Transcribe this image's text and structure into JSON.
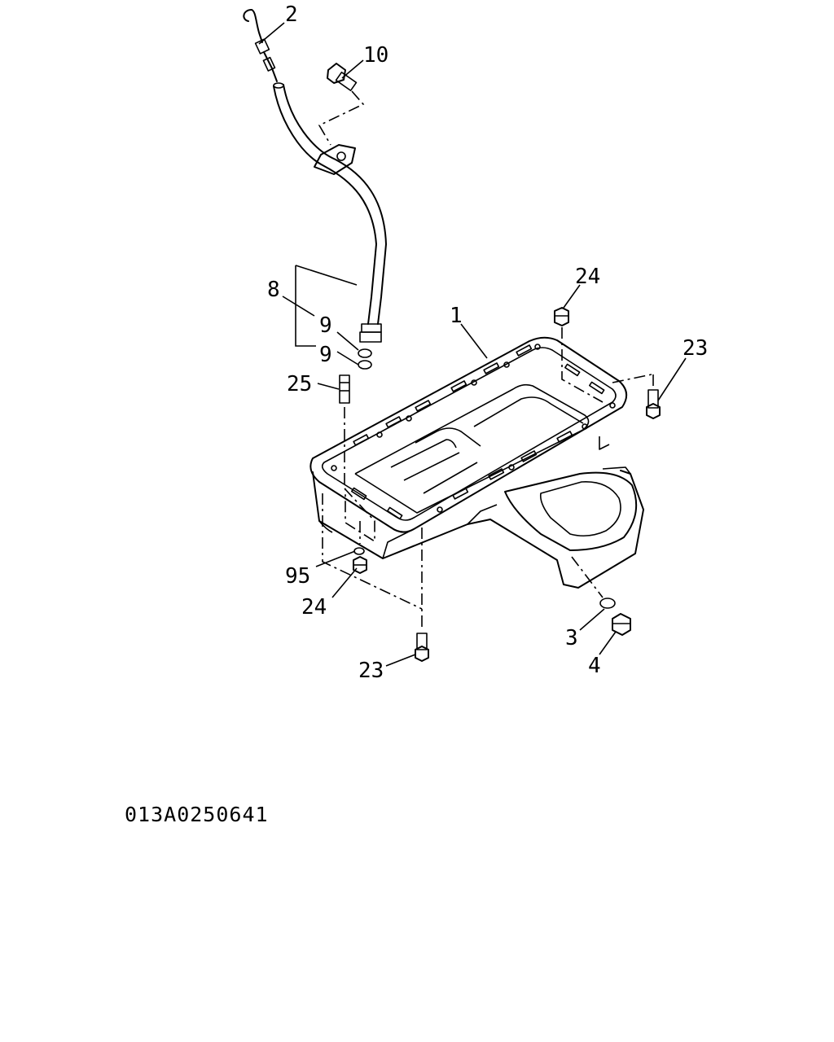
{
  "callouts": {
    "dipstick": "2",
    "guide_bolt": "10",
    "guide_tube": "8",
    "o_ring_upper": "9",
    "o_ring_lower": "9",
    "stud": "25",
    "oil_pan": "1",
    "nut_top": "24",
    "bolt_right": "23",
    "washer": "95",
    "nut_bottom": "24",
    "bolt_bottom": "23",
    "drain_gasket": "3",
    "drain_plug": "4"
  },
  "drawing_id": "013A0250641"
}
